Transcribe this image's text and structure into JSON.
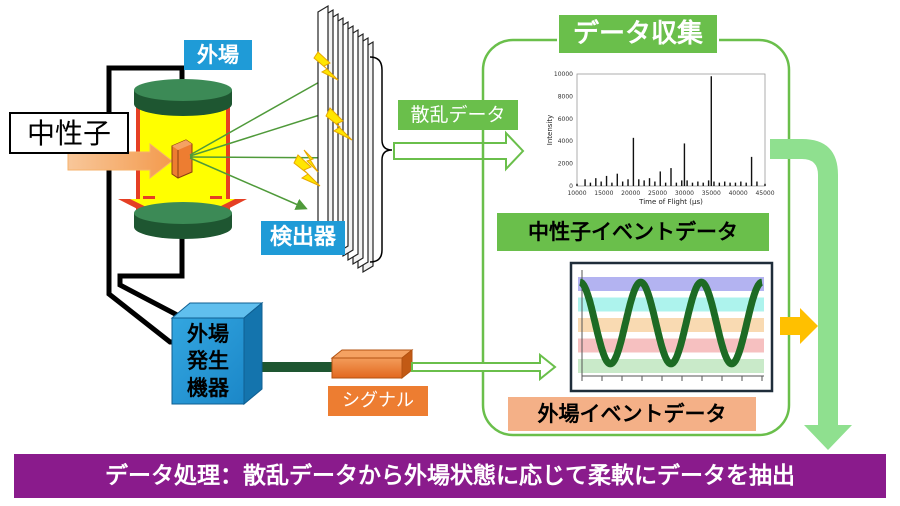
{
  "labels": {
    "neutron": "中性子",
    "external_field": "外場",
    "detector": "検出器",
    "scatter_data": "散乱データ",
    "data_collection": "データ収集",
    "field_generator_lines": [
      "外場",
      "発生",
      "機器"
    ],
    "signal": "シグナル",
    "neutron_event_data": "中性子イベントデータ",
    "field_event_data": "外場イベントデータ",
    "footer": "データ処理：散乱データから外場状態に応じて柔軟にデータを抽出"
  },
  "tof_chart": {
    "ylabel": "Intensity",
    "xlabel": "Time of Flight (μs)",
    "y_ticks": [
      "0",
      "2000",
      "4000",
      "6000",
      "8000",
      "10000"
    ],
    "x_ticks": [
      "10000",
      "15000",
      "20000",
      "25000",
      "30000",
      "35000",
      "40000",
      "45000"
    ]
  },
  "chart_data": [
    {
      "type": "line",
      "title": "",
      "xlabel": "Time of Flight (μs)",
      "ylabel": "Intensity",
      "xlim": [
        10000,
        45000
      ],
      "ylim": [
        0,
        10000
      ],
      "x": [
        10000,
        11500,
        12500,
        13500,
        14500,
        15500,
        16500,
        17500,
        18500,
        19500,
        20500,
        21500,
        22500,
        23500,
        24500,
        25500,
        26500,
        27500,
        28500,
        29500,
        30000,
        30500,
        31500,
        32500,
        33500,
        34500,
        35000,
        35500,
        36500,
        37500,
        38500,
        39500,
        40500,
        41500,
        42500,
        43500,
        45000
      ],
      "y": [
        200,
        600,
        300,
        700,
        400,
        900,
        300,
        1100,
        400,
        600,
        4300,
        600,
        500,
        700,
        400,
        1300,
        300,
        1600,
        300,
        500,
        3800,
        500,
        300,
        400,
        300,
        500,
        9800,
        400,
        300,
        400,
        300,
        300,
        400,
        300,
        2600,
        400,
        200
      ]
    },
    {
      "type": "line",
      "title": "",
      "series": [
        {
          "values": [
            0.85,
            -0.85,
            0.85,
            -0.85,
            0.85,
            -0.85
          ]
        }
      ],
      "cycles": 3
    }
  ],
  "colors": {
    "cryostat_fill": "#ffff00",
    "cylinder_cap": "#1e5631",
    "label_blue": "#1f9bd7",
    "data_green": "#6abf4b",
    "signal_orange": "#ed7d31",
    "footer_purple": "#8a1b8c",
    "arrow_light_green": "#8fe08f",
    "arrow_orange": "#ffc000"
  },
  "band_colors": [
    "#a6a6ef",
    "#9ff1ea",
    "#f8d4a4",
    "#f5b5b5",
    "#bfe6bf"
  ]
}
